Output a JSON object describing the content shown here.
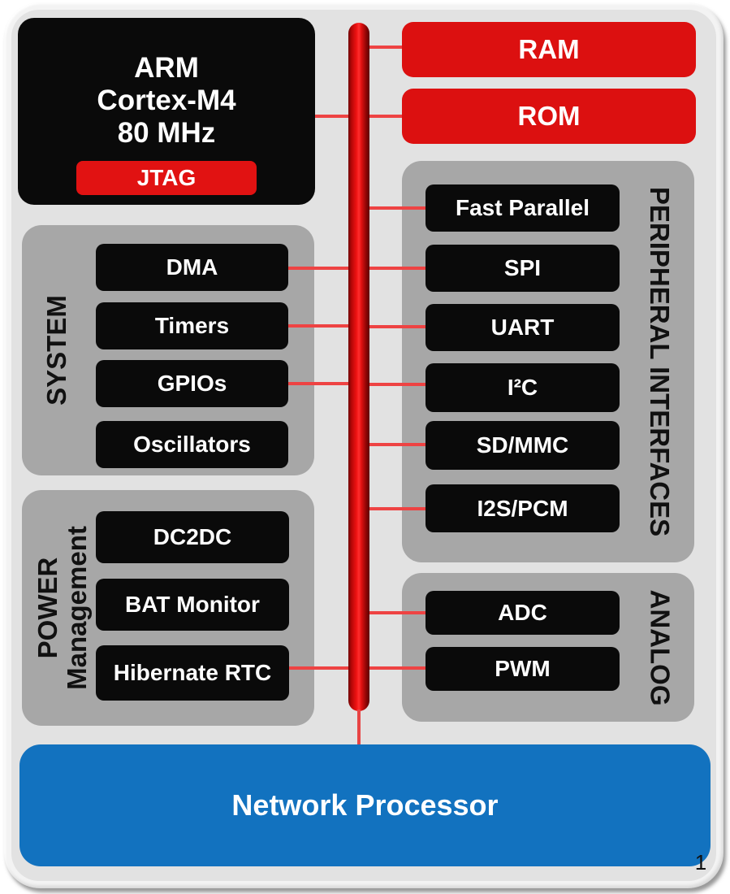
{
  "diagram": {
    "cpu": {
      "name_lines": [
        "ARM",
        "Cortex-M4",
        "80 MHz"
      ],
      "jtag_label": "JTAG"
    },
    "memory": {
      "ram_label": "RAM",
      "rom_label": "ROM"
    },
    "system": {
      "label": "SYSTEM",
      "items": [
        "DMA",
        "Timers",
        "GPIOs",
        "Oscillators"
      ]
    },
    "power": {
      "label_line1": "POWER",
      "label_line2": "Management",
      "items": [
        "DC2DC",
        "BAT Monitor",
        "Hibernate RTC"
      ]
    },
    "peripheral": {
      "label": "PERIPHERAL INTERFACES",
      "items": [
        "Fast Parallel",
        "SPI",
        "UART",
        "I²C",
        "SD/MMC",
        "I2S/PCM"
      ]
    },
    "analog": {
      "label": "ANALOG",
      "items": [
        "ADC",
        "PWM"
      ]
    },
    "network": {
      "label": "Network Processor"
    },
    "page_number": "1",
    "colors": {
      "block_red": "#dc1010",
      "block_black": "#0a0a0a",
      "section_gray": "#a7a7a7",
      "network_blue": "#1272bf",
      "connector_red": "#ee4343",
      "background_gray": "#e2e2e2"
    }
  }
}
